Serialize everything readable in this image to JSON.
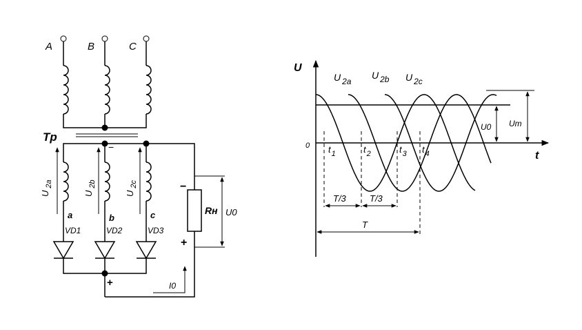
{
  "circuit": {
    "primary_terminals": [
      "A",
      "B",
      "C"
    ],
    "transformer_label": "Tp",
    "secondary_voltages": [
      {
        "main": "U",
        "sub": "2a"
      },
      {
        "main": "U",
        "sub": "2b"
      },
      {
        "main": "U",
        "sub": "2c"
      }
    ],
    "phase_nodes": [
      "a",
      "b",
      "c"
    ],
    "diodes": [
      "VD1",
      "VD2",
      "VD3"
    ],
    "load_label": "Rн",
    "output_voltage_label": "U0",
    "current_label": "I0",
    "minus_sign": "−",
    "plus_sign": "+"
  },
  "waveform": {
    "axis_y_label": "U",
    "axis_x_label": "t",
    "origin_label": "0",
    "curve_labels": [
      {
        "main": "U",
        "sub": "2a"
      },
      {
        "main": "U",
        "sub": "2b"
      },
      {
        "main": "U",
        "sub": "2c"
      }
    ],
    "time_markers": [
      {
        "main": "t",
        "sub": "1"
      },
      {
        "main": "t",
        "sub": "2"
      },
      {
        "main": "t",
        "sub": "3"
      },
      {
        "main": "t",
        "sub": "4"
      }
    ],
    "interval_labels": [
      "T/3",
      "T/3"
    ],
    "period_label": "T",
    "dc_level_label": "U0",
    "amplitude_label": "Um"
  }
}
